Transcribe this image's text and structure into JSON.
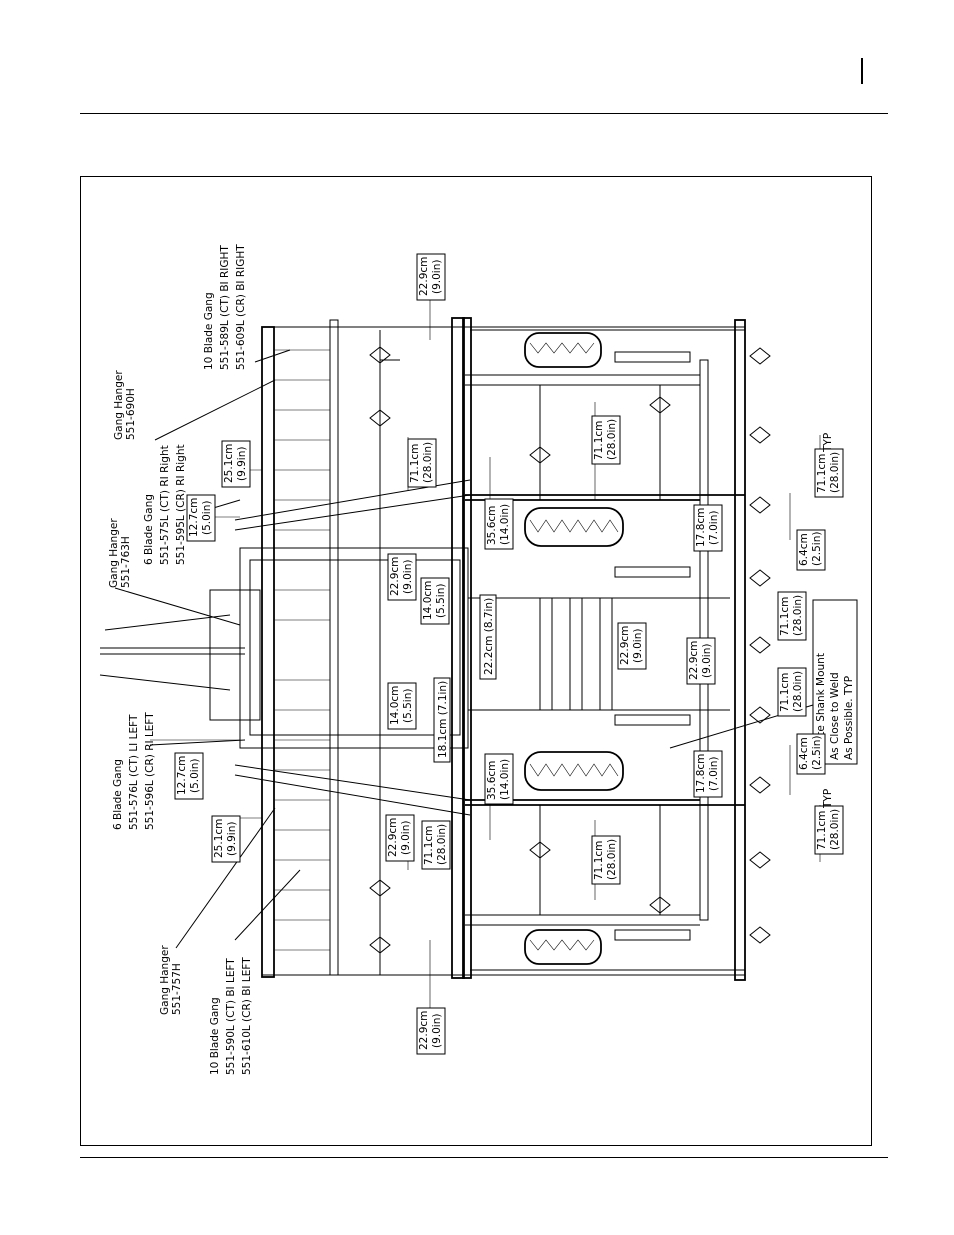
{
  "page": {
    "top_rule": "",
    "bottom_rule": ""
  },
  "diagram": {
    "callouts": {
      "gang_hanger_690": [
        "Gang Hanger",
        "551-690H"
      ],
      "gang_hanger_763": [
        "Gang Hanger",
        "551-763H"
      ],
      "gang_hanger_757": [
        "Gang Hanger",
        "551-757H"
      ],
      "ten_blade_right": [
        "10 Blade Gang",
        "551-589L (CT) BI RIGHT",
        "551-609L (CR) BI RIGHT"
      ],
      "six_blade_right": [
        "6 Blade Gang",
        "551-575L (CT) RI Right",
        "551-595L (CR) RI Right"
      ],
      "six_blade_left": [
        "6 Blade Gang",
        "551-576L (CT) LI LEFT",
        "551-596L (CR) RI LEFT"
      ],
      "ten_blade_left": [
        "10 Blade Gang",
        "551-590L (CT) BI LEFT",
        "551-610L (CR) BI LEFT"
      ],
      "shank_mount": [
        "Locate Shank Mount",
        "As Close to Weld",
        "As Possible.  TYP"
      ]
    },
    "dimensions": {
      "d_22_9_top_right": [
        "22.9cm",
        "(9.0in)"
      ],
      "d_25_1_right": [
        "25.1cm",
        "(9.9in)"
      ],
      "d_12_7_right": [
        "12.7cm",
        "(5.0in)"
      ],
      "d_71_1_a": [
        "71.1cm",
        "(28.0in)"
      ],
      "d_22_9_center": [
        "22.9cm",
        "(9.0in)"
      ],
      "d_14_0_a": [
        "14.0cm",
        "(5.5in)"
      ],
      "d_14_0_b": [
        "14.0cm",
        "(5.5in)"
      ],
      "d_18_1": "18.1cm (7.1in)",
      "d_22_2": "22.2cm (8.7in)",
      "d_35_6_a": [
        "35.6cm",
        "(14.0in)"
      ],
      "d_35_6_b": [
        "35.6cm",
        "(14.0in)"
      ],
      "d_71_1_b": [
        "71.1cm",
        "(28.0in)"
      ],
      "d_22_9_c": [
        "22.9cm",
        "(9.0in)"
      ],
      "d_22_9_d": [
        "22.9cm",
        "(9.0in)"
      ],
      "d_17_8_a": [
        "17.8cm",
        "(7.0in)"
      ],
      "d_17_8_b": [
        "17.8cm",
        "(7.0in)"
      ],
      "d_71_1_c": [
        "71.1cm",
        "(28.0in)"
      ],
      "d_71_1_d": [
        "71.1cm",
        "(28.0in)"
      ],
      "d_71_1_e": [
        "71.1cm",
        "(28.0in)"
      ],
      "d_71_1_f": [
        "71.1cm",
        "(28.0in)"
      ],
      "d_71_1_g": [
        "71.1cm",
        "(28.0in)"
      ],
      "d_6_4_a": [
        "6.4cm",
        "(2.5in)"
      ],
      "d_6_4_b": [
        "6.4cm",
        "(2.5in)"
      ],
      "d_12_7_left": [
        "12.7cm",
        "(5.0in)"
      ],
      "d_25_1_left": [
        "25.1cm",
        "(9.9in)"
      ],
      "d_22_9_left": [
        "22.9cm",
        "(9.0in)"
      ],
      "d_71_1_h": [
        "71.1cm",
        "(28.0in)"
      ],
      "d_22_9_bottom_left": [
        "22.9cm",
        "(9.0in)"
      ],
      "typ_a": "TYP",
      "typ_b": "TYP"
    }
  }
}
